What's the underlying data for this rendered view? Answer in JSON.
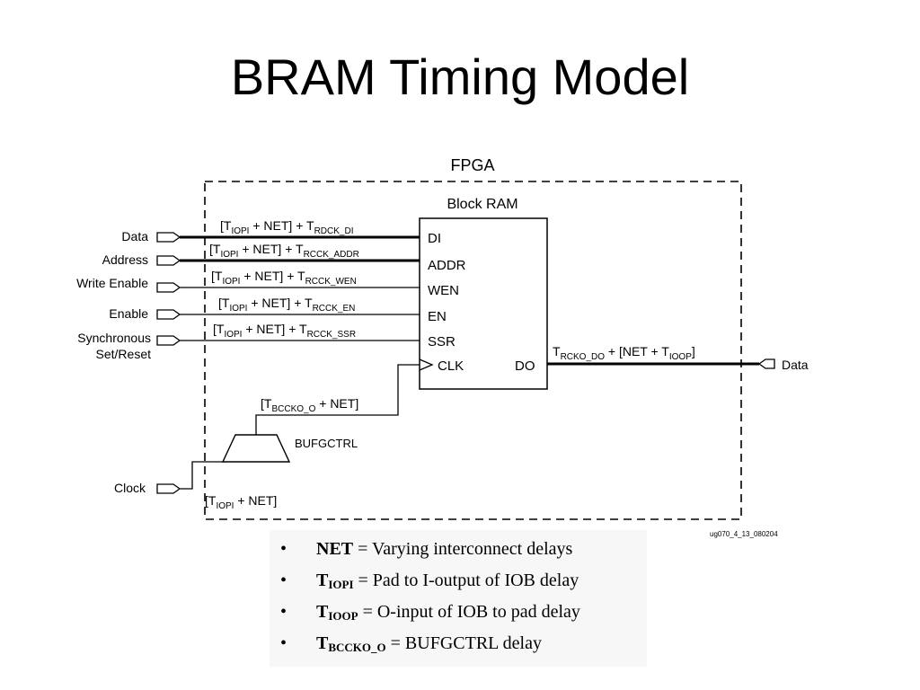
{
  "slide": {
    "title": "BRAM Timing Model"
  },
  "diagram": {
    "fpga_label": "FPGA",
    "block_label": "Block RAM",
    "inputs": [
      {
        "name": "Data",
        "port": "DI",
        "timing_pre": "[T",
        "timing_sub1": "IOPI",
        "timing_mid": " + NET] + T",
        "timing_sub2": "RDCK_DI"
      },
      {
        "name": "Address",
        "port": "ADDR",
        "timing_pre": "[T",
        "timing_sub1": "IOPI",
        "timing_mid": " + NET] + T",
        "timing_sub2": "RCCK_ADDR"
      },
      {
        "name": "Write Enable",
        "port": "WEN",
        "timing_pre": "[T",
        "timing_sub1": "IOPI",
        "timing_mid": " + NET] + T",
        "timing_sub2": "RCCK_WEN"
      },
      {
        "name": "Enable",
        "port": "EN",
        "timing_pre": "[T",
        "timing_sub1": "IOPI",
        "timing_mid": " + NET] + T",
        "timing_sub2": "RCCK_EN"
      },
      {
        "name_line1": "Synchronous",
        "name_line2": "Set/Reset",
        "port": "SSR",
        "timing_pre": "[T",
        "timing_sub1": "IOPI",
        "timing_mid": " + NET] + T",
        "timing_sub2": "RCCK_SSR"
      }
    ],
    "clk_port": "CLK",
    "do_port": "DO",
    "output": {
      "name": "Data",
      "timing_pre": "T",
      "timing_sub1": "RCKO_DO",
      "timing_mid": " + [NET + T",
      "timing_sub2": "IOOP",
      "timing_post": "]"
    },
    "buf_timing": {
      "pre": "[T",
      "sub": "BCCKO_O",
      "post": " + NET]"
    },
    "buf_label": "BUFGCTRL",
    "clock": {
      "name": "Clock",
      "timing_pre": "[T",
      "timing_sub": "IOPI",
      "timing_post": " + NET]"
    },
    "figure_id": "ug070_4_13_080204"
  },
  "legend": [
    {
      "bullet": "•",
      "term": "NET",
      "term_sub": "",
      "definition": " = Varying interconnect delays"
    },
    {
      "bullet": "•",
      "term": "T",
      "term_sub": "IOPI",
      "definition": " = Pad to I-output of IOB delay"
    },
    {
      "bullet": "•",
      "term": "T",
      "term_sub": "IOOP",
      "definition": " = O-input of IOB to pad delay"
    },
    {
      "bullet": "•",
      "term": "T",
      "term_sub": "BCCKO_O",
      "definition": " = BUFGCTRL delay"
    }
  ]
}
